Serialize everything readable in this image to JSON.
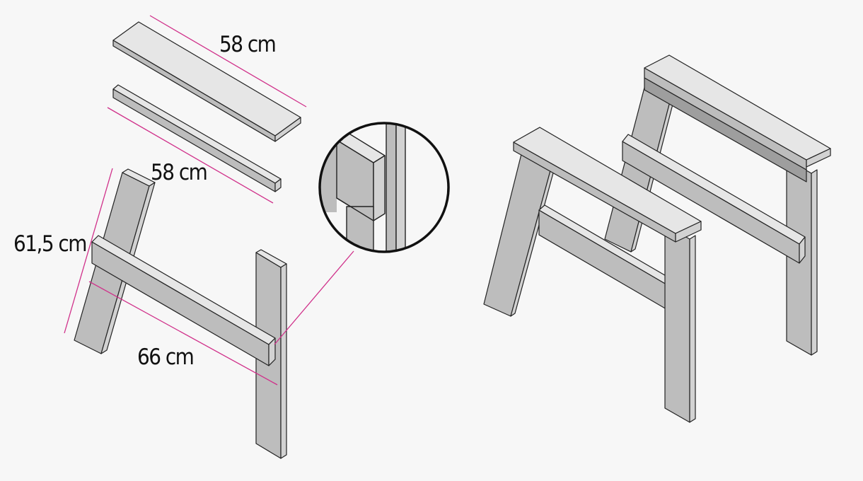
{
  "dimensions": {
    "top_board_length": "58 cm",
    "strip_length": "58 cm",
    "leg_length": "61,5 cm",
    "crossbar_length": "66 cm"
  },
  "colors": {
    "wood_top": "#e6e6e6",
    "wood_face": "#bdbdbd",
    "wood_dark": "#9e9e9e",
    "wood_side": "#d2d2d2",
    "outline": "#222222",
    "dimension_line": "#d0308a",
    "background": "#f7f7f7"
  }
}
